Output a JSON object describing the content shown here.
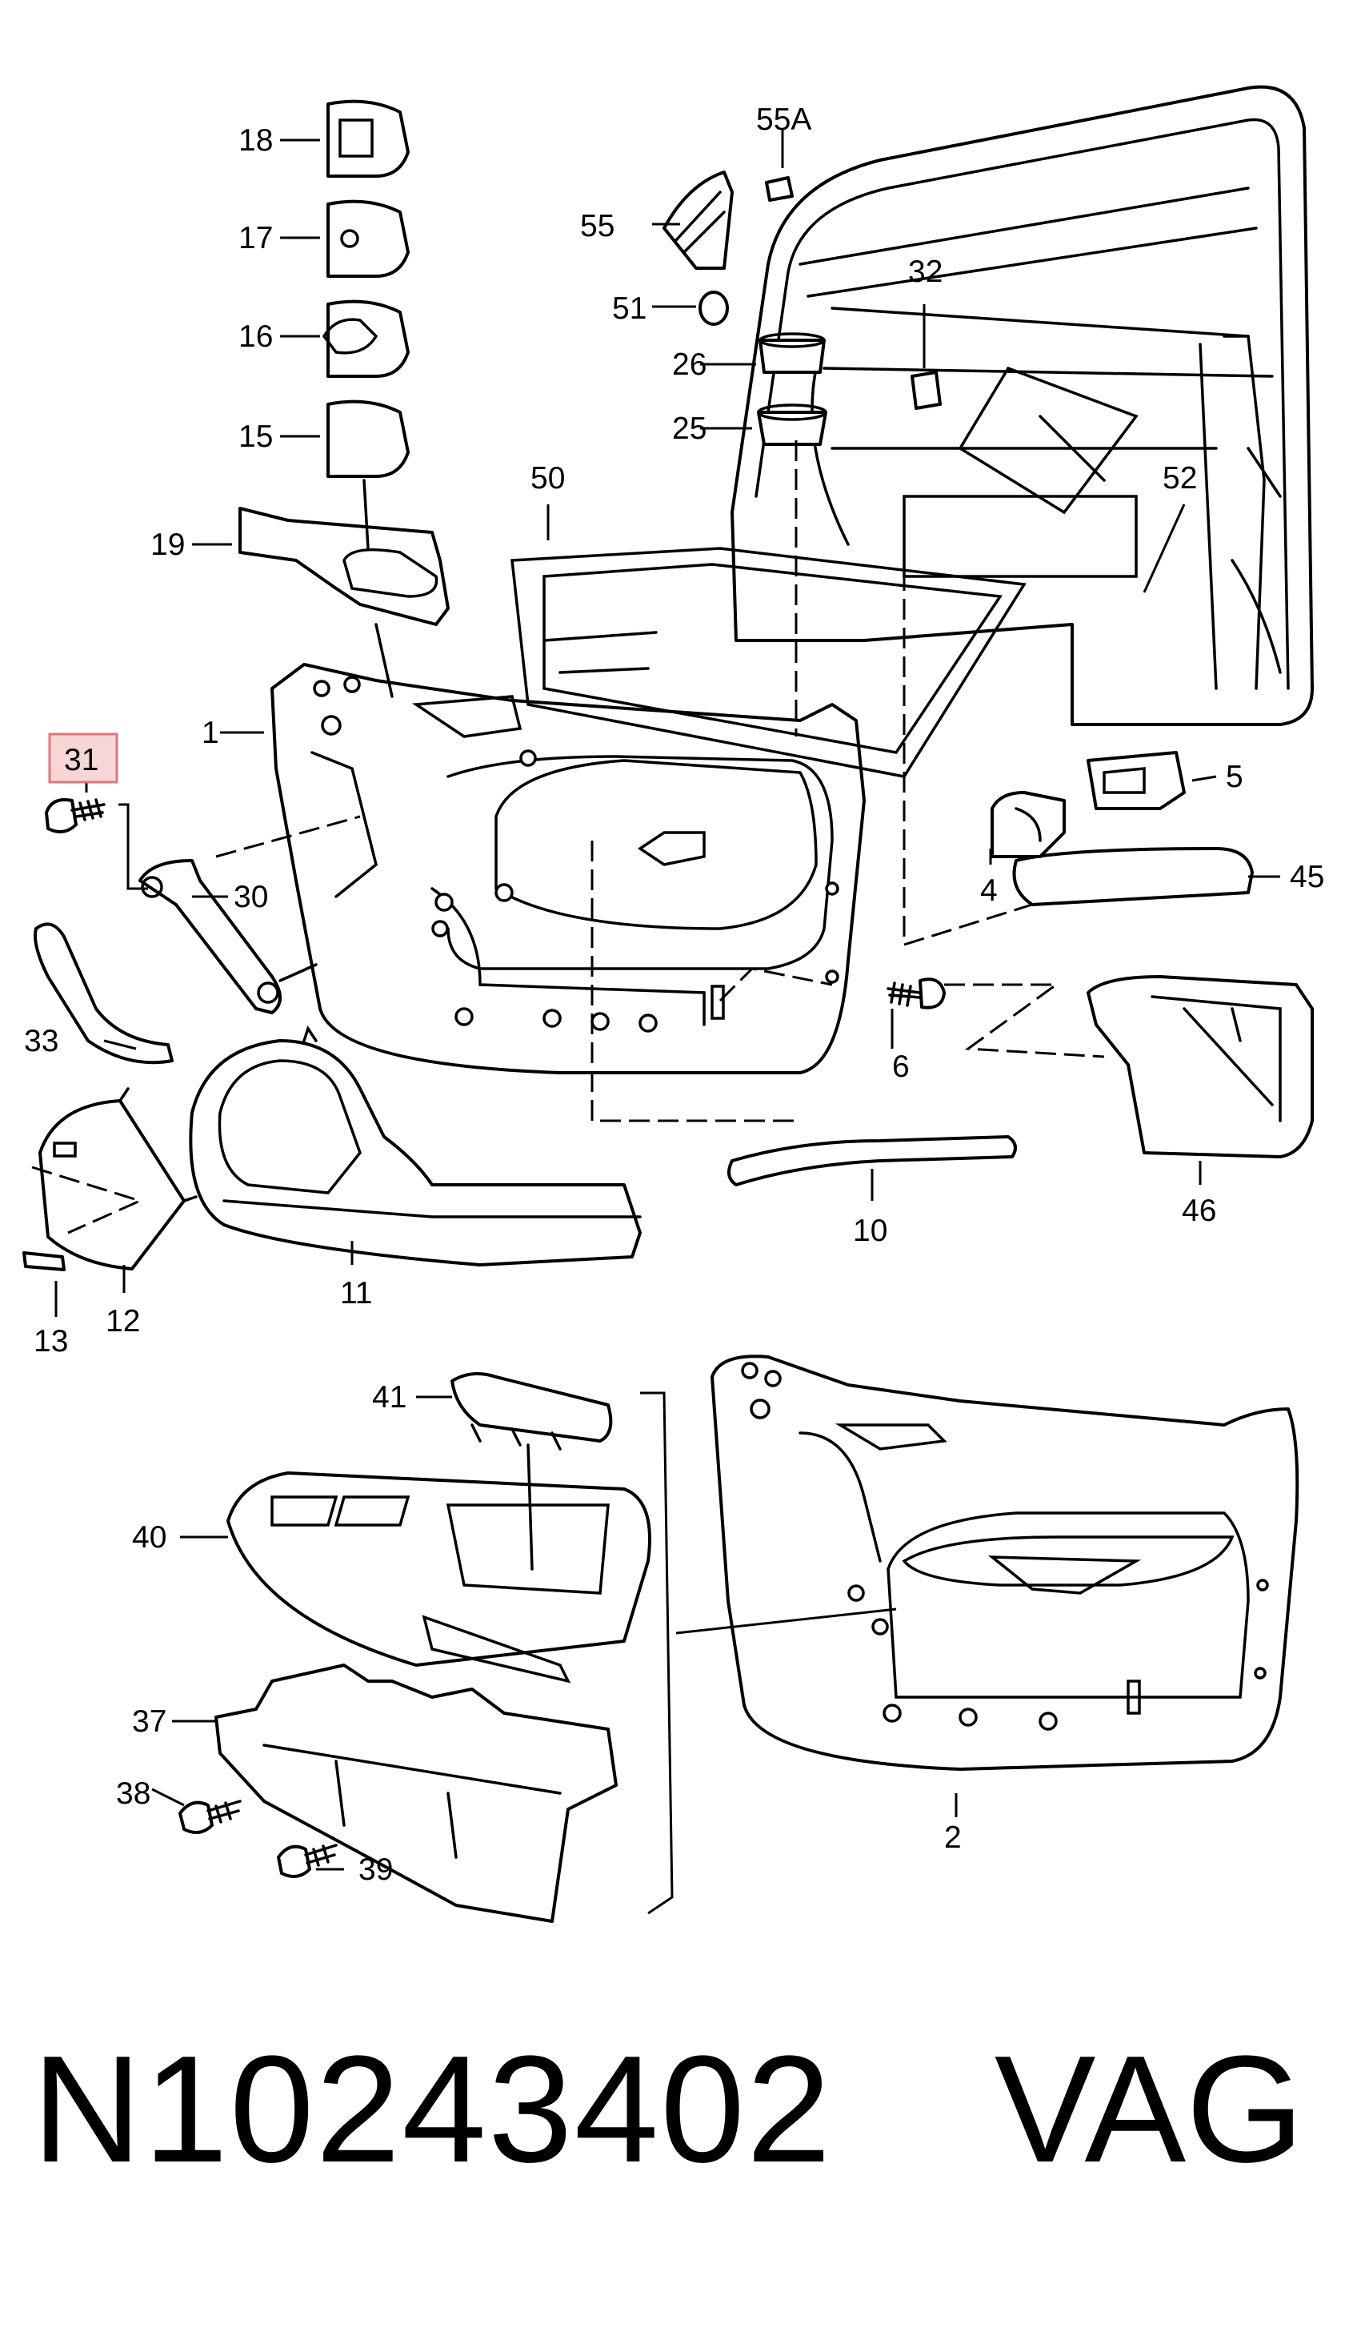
{
  "callouts": {
    "c18": "18",
    "c17": "17",
    "c16": "16",
    "c15": "15",
    "c19": "19",
    "c1": "1",
    "c31": "31",
    "c30": "30",
    "c33": "33",
    "c12": "12",
    "c13": "13",
    "c11": "11",
    "c10": "10",
    "c6": "6",
    "c46": "46",
    "c45": "45",
    "c5": "5",
    "c4": "4",
    "c52": "52",
    "c32": "32",
    "c55A": "55A",
    "c55": "55",
    "c51": "51",
    "c26": "26",
    "c25": "25",
    "c50": "50",
    "c41": "41",
    "c40": "40",
    "c37": "37",
    "c38": "38",
    "c39": "39",
    "c2": "2"
  },
  "highlighted_callout": "31",
  "highlight_color": "#f6d6d6",
  "footer": {
    "part_number": "N10243402",
    "brand": "VAG"
  }
}
